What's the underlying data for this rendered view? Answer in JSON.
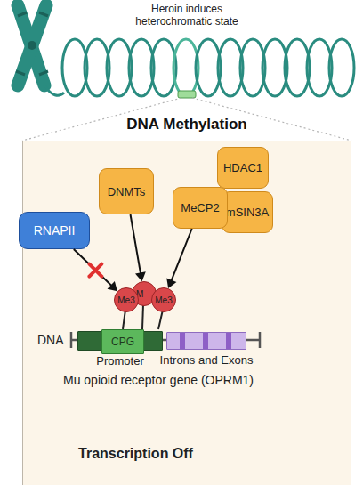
{
  "diagram": {
    "nodes": [
      {
        "text": [
          "DNA Methylation"
        ]
      },
      {
        "text": [
          "RNAPII"
        ],
        "in": 0
      },
      {
        "text": [
          "DNMTs"
        ],
        "in": 0
      },
      {
        "text": [
          "MeCP2"
        ],
        "in": 0
      },
      {
        "text": [
          "HDAC1"
        ],
        "in": 0
      },
      {
        "text": [
          "mSIN3A"
        ],
        "in": 0
      },
      {
        "text": [
          "Me3"
        ],
        "in": 0
      },
      {
        "text": [
          "M"
        ],
        "in": 0
      },
      {
        "text": [
          "Me3"
        ],
        "in": 0
      },
      {
        "text": [
          "Promoter"
        ],
        "in": 0
      },
      {
        "text": [
          "CPG"
        ],
        "in": 9
      },
      {
        "text": [
          "Introns and Exons"
        ],
        "in": 0
      }
    ],
    "edges": [
      {
        "from": 1,
        "to": 6,
        "arrow": "to"
      },
      {
        "from": 2,
        "to": 7,
        "arrow": "to"
      },
      {
        "from": 3,
        "to": 8,
        "arrow": "to"
      }
    ],
    "labels": [
      "Heroin induces heterochromatic state",
      "DNA",
      "Mu opioid receptor gene (OPRM1)",
      "Transcription Off"
    ]
  }
}
